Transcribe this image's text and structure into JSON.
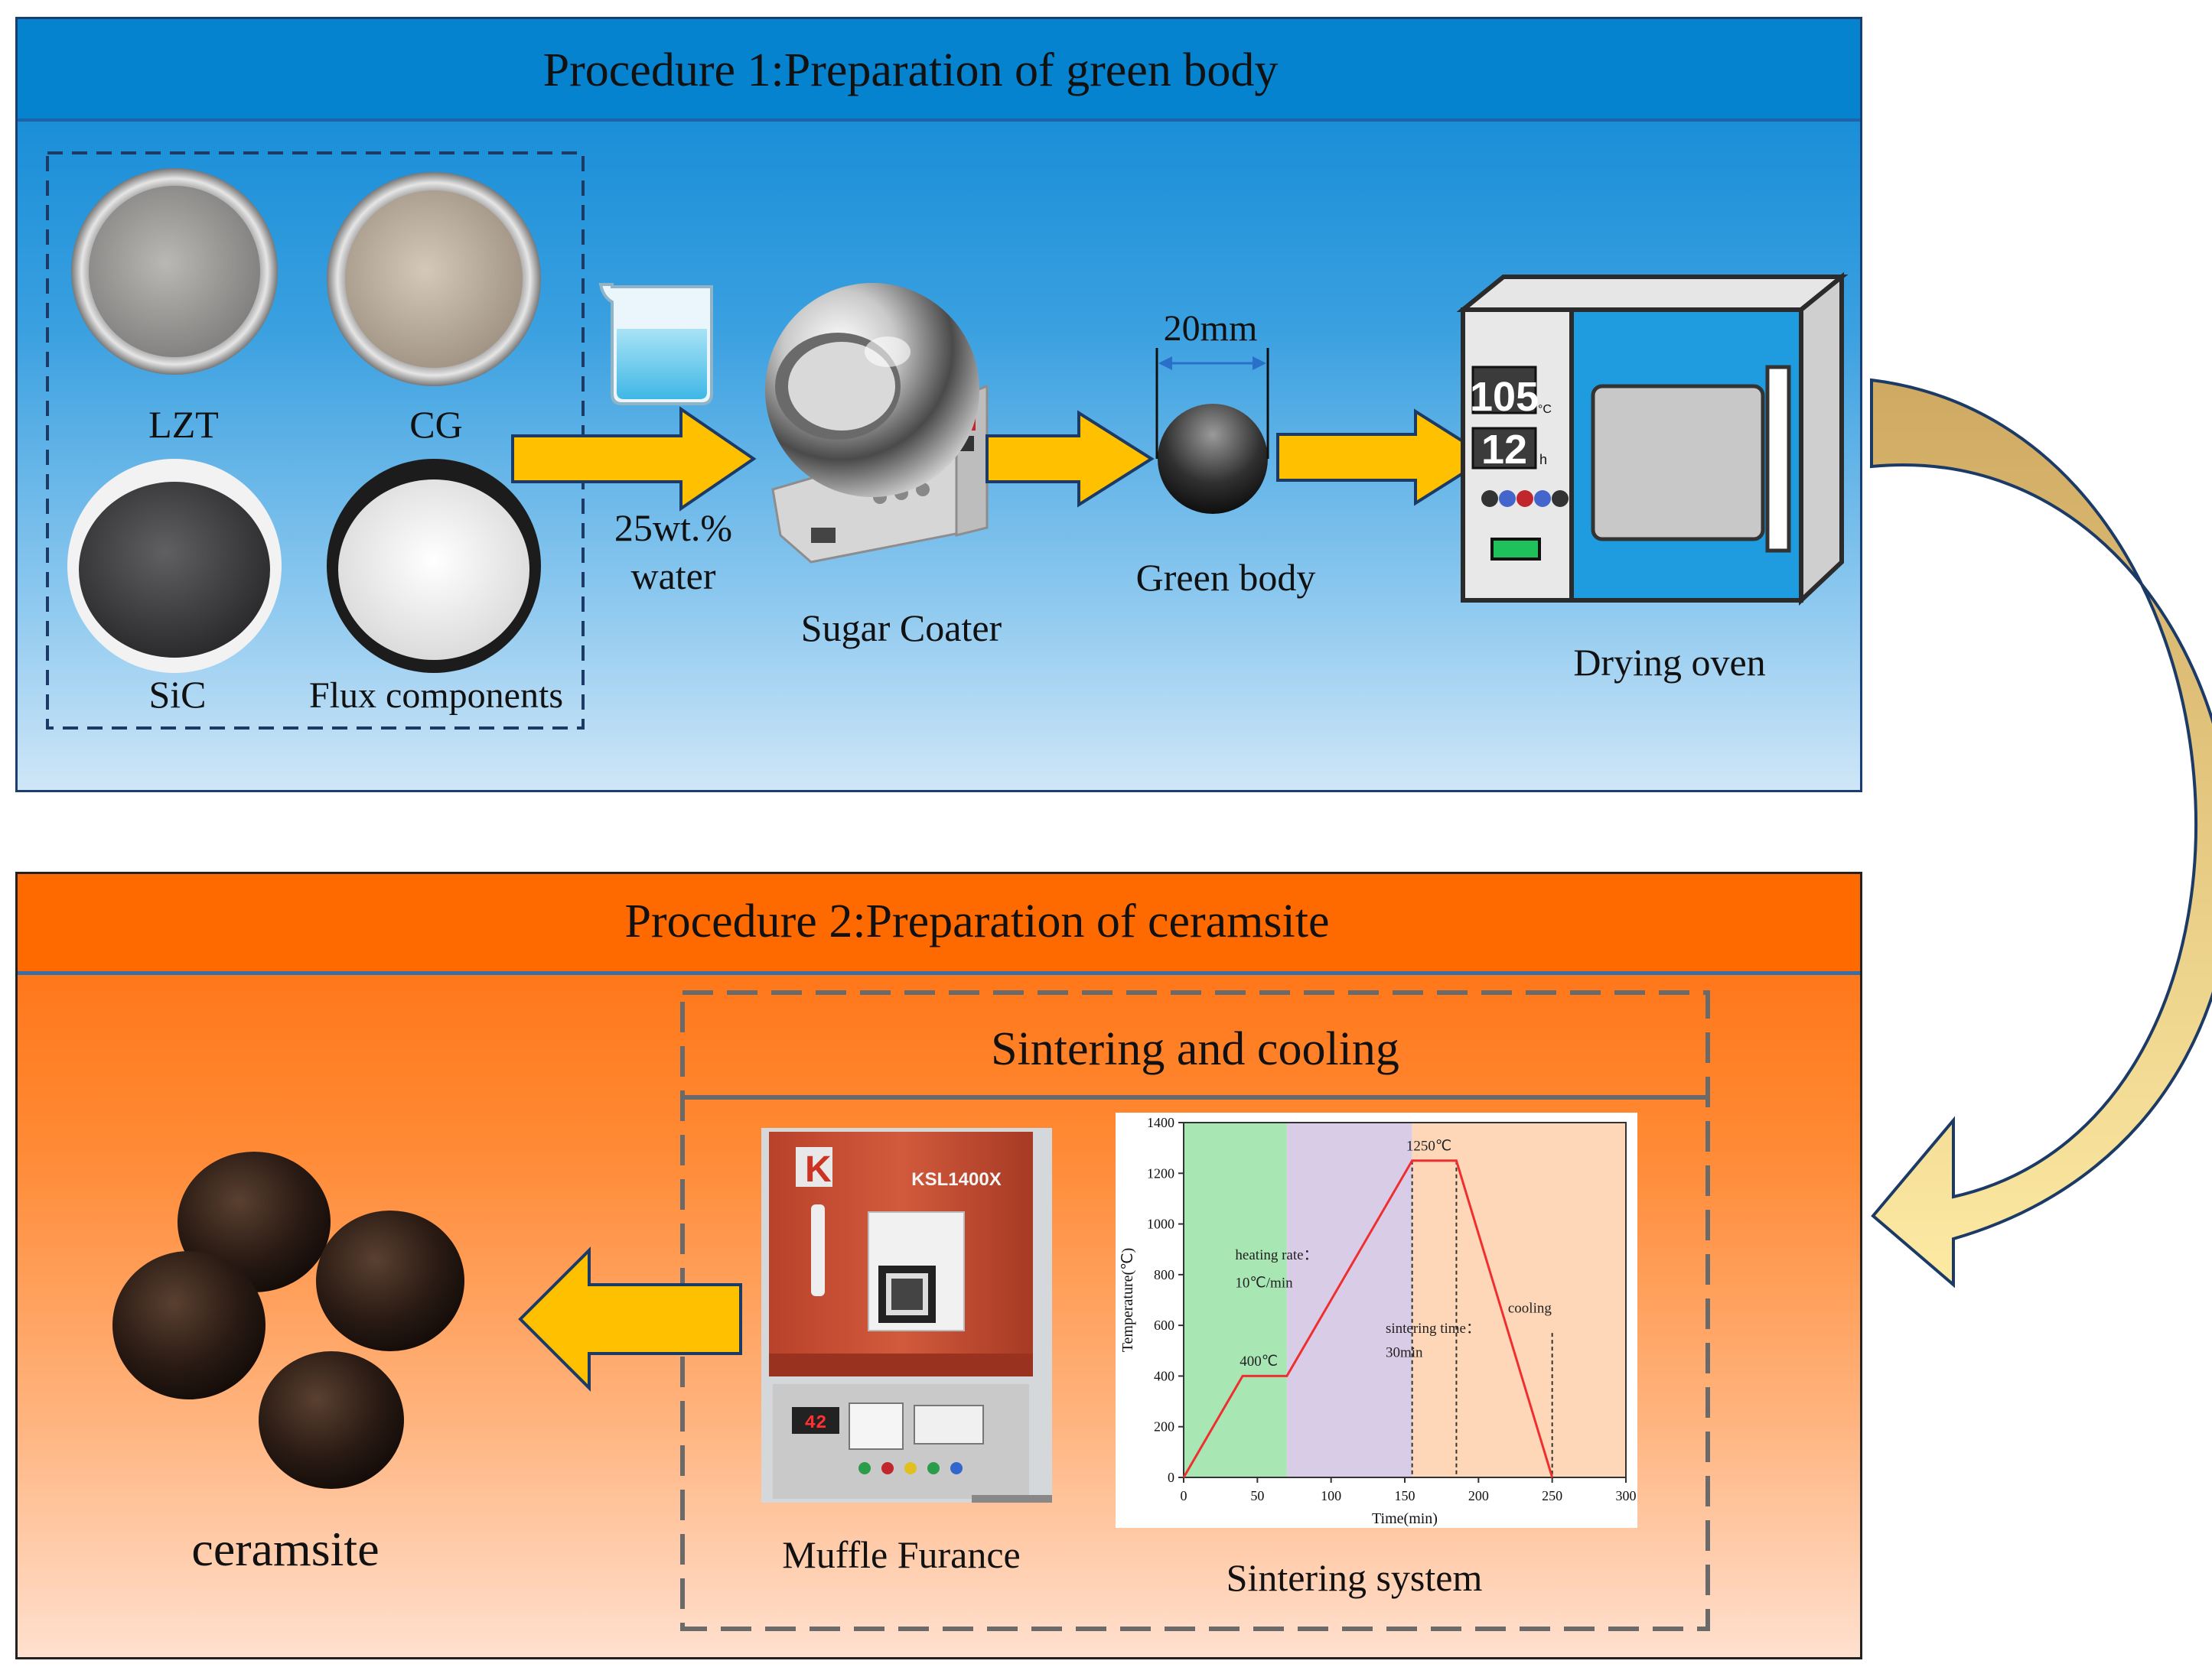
{
  "procedure1": {
    "title": "Procedure 1:Preparation of green body",
    "materials": [
      "LZT",
      "CG",
      "SiC",
      "Flux components"
    ],
    "water_amount": "25wt.%",
    "water_label": "water",
    "coater_label": "Sugar Coater",
    "diameter_label": "20mm",
    "green_body_label": "Green body",
    "oven": {
      "label": "Drying oven",
      "temperature": "105",
      "temperature_unit": "°C",
      "time": "12",
      "time_unit": "h"
    }
  },
  "procedure2": {
    "title": "Procedure 2:Preparation of ceramsite",
    "sintering_title": "Sintering and cooling",
    "product_label": "ceramsite",
    "furnace_label": "Muffle Furance",
    "furnace_model": "KSL1400X",
    "furnace_display": "42",
    "chart_caption": "Sintering system"
  },
  "colors": {
    "procedure1_header": "#0683cf",
    "procedure2_header": "#ff6a00",
    "flow_arrow": "#ffc000",
    "curved_arrow_top": "#d4b26e",
    "curved_arrow_bottom": "#fde9a0",
    "curve_line": "#ef2f2f"
  },
  "chart_data": {
    "type": "line",
    "xlabel": "Time(min)",
    "ylabel": "Temperature(℃)",
    "xlim": [
      0,
      300
    ],
    "ylim": [
      0,
      1400
    ],
    "xticks": [
      0,
      50,
      100,
      150,
      200,
      250,
      300
    ],
    "yticks": [
      0,
      200,
      400,
      600,
      800,
      1000,
      1200,
      1400
    ],
    "series": [
      {
        "x": [
          0,
          40,
          70,
          155,
          185,
          250
        ],
        "y": [
          0,
          400,
          400,
          1250,
          1250,
          0
        ]
      }
    ],
    "regions": [
      {
        "x": [
          0,
          70
        ],
        "color": "#a8e6b4"
      },
      {
        "x": [
          70,
          155
        ],
        "color": "#d9cce6"
      },
      {
        "x": [
          155,
          300
        ],
        "color": "#fdd7b8"
      }
    ],
    "annotations": [
      {
        "text": "heating rate：",
        "x": 35,
        "y": 860
      },
      {
        "text": "10℃/min",
        "x": 35,
        "y": 750
      },
      {
        "text": "400℃",
        "x": 38,
        "y": 440
      },
      {
        "text": "1250℃",
        "x": 151,
        "y": 1290
      },
      {
        "text": "sintering time：",
        "x": 137,
        "y": 570
      },
      {
        "text": "30min",
        "x": 137,
        "y": 475
      },
      {
        "text": "cooling",
        "x": 220,
        "y": 650
      }
    ]
  }
}
